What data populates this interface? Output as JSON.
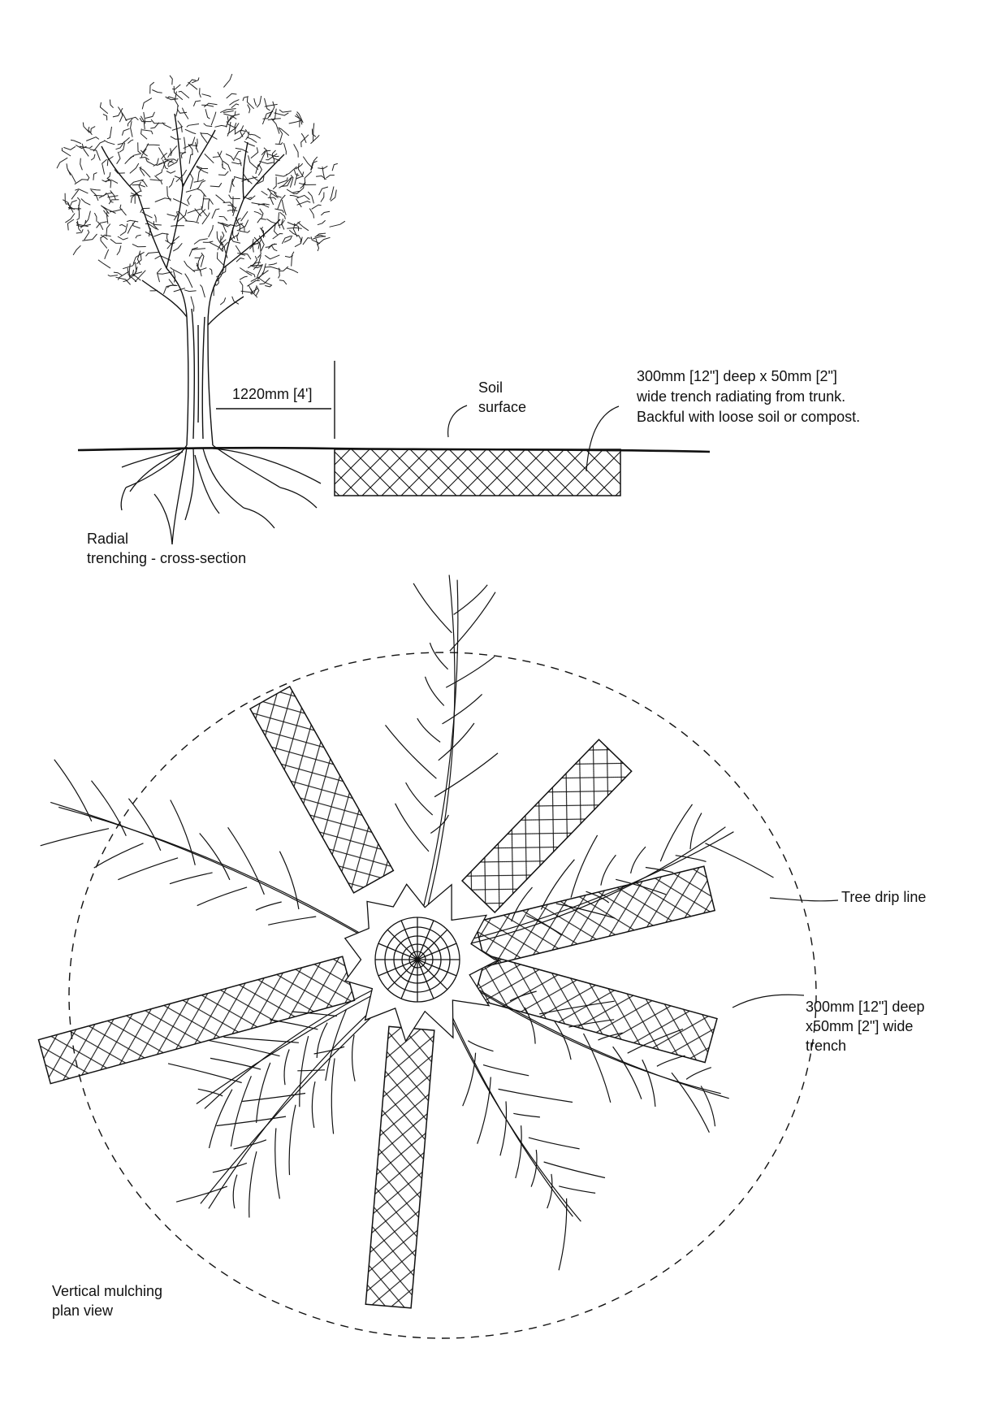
{
  "cross_section": {
    "setback_dimension": "1220mm [4']",
    "soil_label_line1": "Soil",
    "soil_label_line2": "surface",
    "trench_note_line1": "300mm [12\"] deep x 50mm [2\"]",
    "trench_note_line2": "wide trench radiating from trunk.",
    "trench_note_line3": "Backful with loose soil or compost.",
    "caption_line1": "Radial",
    "caption_line2": "trenching - cross-section"
  },
  "plan_view": {
    "drip_line_label": "Tree drip line",
    "trench_label_line1": "300mm [12\"] deep",
    "trench_label_line2": "x50mm [2\"] wide",
    "trench_label_line3": "trench",
    "caption_line1": "Vertical mulching",
    "caption_line2": "plan view"
  },
  "colors": {
    "ink": "#111111",
    "paper": "#ffffff"
  }
}
